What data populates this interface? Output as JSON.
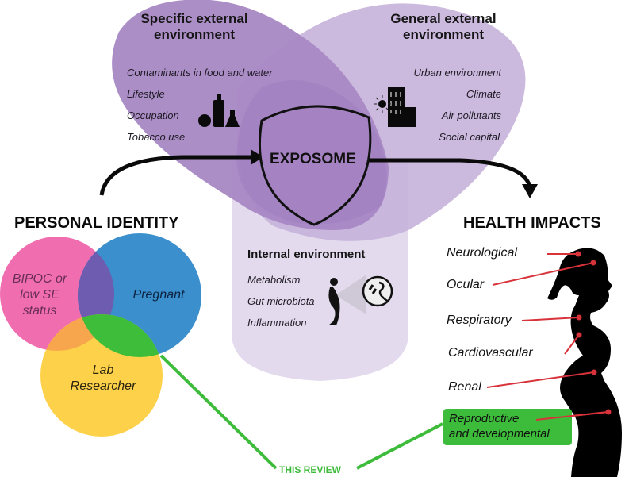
{
  "specific_external": {
    "title_line1": "Specific external",
    "title_line2": "environment",
    "items": [
      "Contaminants in food and water",
      "Lifestyle",
      "Occupation",
      "Tobacco use"
    ],
    "icon": "food-water-lab-icon"
  },
  "general_external": {
    "title_line1": "General external",
    "title_line2": "environment",
    "items": [
      "Urban environment",
      "Climate",
      "Air pollutants",
      "Social capital"
    ],
    "icon": "city-sun-icon"
  },
  "internal": {
    "title": "Internal environment",
    "items": [
      "Metabolism",
      "Gut microbiota",
      "Inflammation"
    ],
    "icon": "pregnant-microbiota-icon"
  },
  "center": {
    "label": "EXPOSOME"
  },
  "personal_identity": {
    "title": "PERSONAL IDENTITY",
    "circles": [
      {
        "label_line1": "BIPOC or",
        "label_line2": "low SE",
        "label_line3": "status",
        "color": "#f06eb0"
      },
      {
        "label": "Pregnant",
        "color": "#3a8fcc"
      },
      {
        "label_line1": "Lab",
        "label_line2": "Researcher",
        "color": "#fdd14a"
      }
    ],
    "overlap_color": "#3dbd3a"
  },
  "health_impacts": {
    "title": "HEALTH IMPACTS",
    "items": [
      "Neurological",
      "Ocular",
      "Respiratory",
      "Cardiovascular",
      "Renal"
    ],
    "highlight_line1": "Reproductive",
    "highlight_line2": "and developmental",
    "connector_color": "#d8323a",
    "highlight_color": "#3dbb3a"
  },
  "review_label": "THIS REVIEW",
  "colors": {
    "specific": "#a785c2",
    "general": "#c6b2da",
    "internal": "#e2d9ec",
    "overlap": "#9d7bbf"
  }
}
